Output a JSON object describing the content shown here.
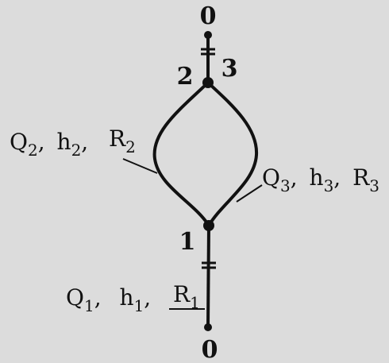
{
  "nodes": {
    "top": "0",
    "left_junction": "2",
    "right_junction": "3",
    "bottom_junction": "1",
    "bottom": "0"
  },
  "branch_left": {
    "q": "Q",
    "q_sub": "2",
    "h": "h",
    "h_sub": "2",
    "r": "R",
    "r_sub": "2"
  },
  "branch_right": {
    "q": "Q",
    "q_sub": "3",
    "h": "h",
    "h_sub": "3",
    "r": "R",
    "r_sub": "3"
  },
  "branch_bottom": {
    "q": "Q",
    "q_sub": "1",
    "h": "h",
    "h_sub": "1",
    "r": "R",
    "r_sub": "1"
  },
  "separator": ","
}
